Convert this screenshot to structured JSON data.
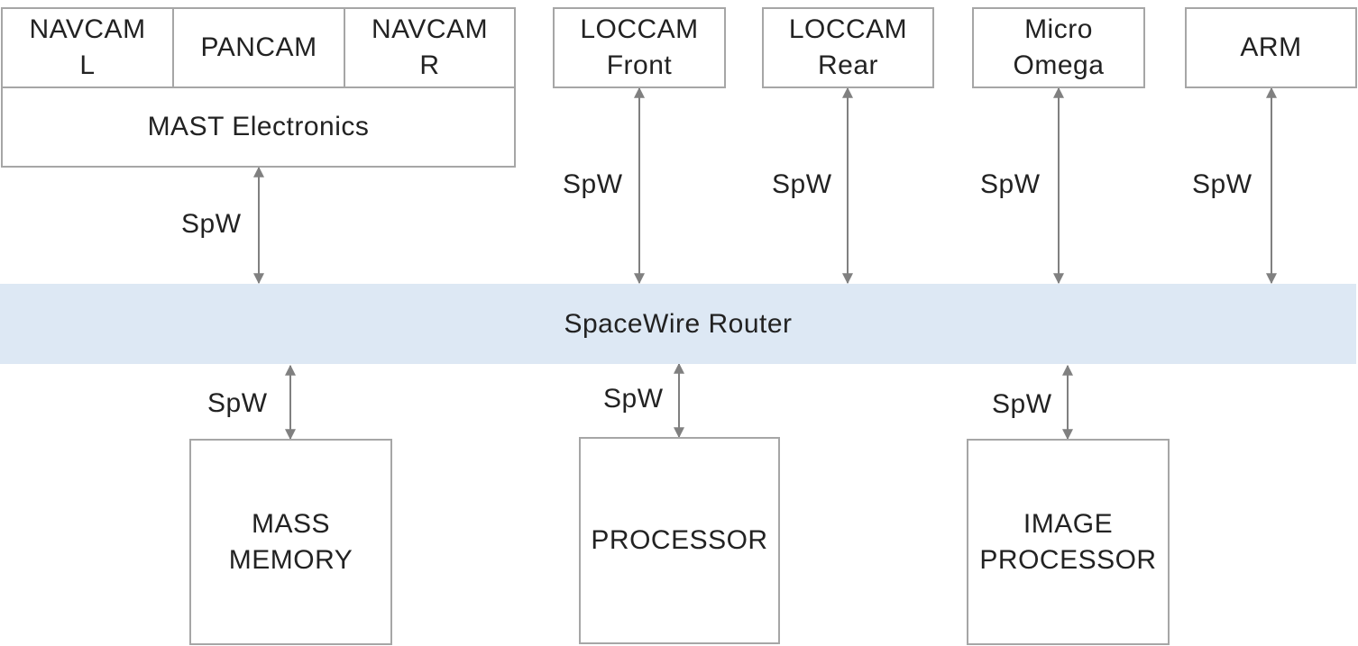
{
  "mast": {
    "navcam_l": "NAVCAM\nL",
    "pancam": "PANCAM",
    "navcam_r": "NAVCAM\nR",
    "electronics": "MAST Electronics"
  },
  "top": {
    "loccam_front": "LOCCAM\nFront",
    "loccam_rear": "LOCCAM\nRear",
    "micro_omega": "Micro\nOmega",
    "arm": "ARM"
  },
  "router": {
    "label": "SpaceWire Router"
  },
  "bottom": {
    "mass_memory": "MASS\nMEMORY",
    "processor": "PROCESSOR",
    "image_processor": "IMAGE\nPROCESSOR"
  },
  "links": {
    "mast": "SpW",
    "loccam_front": "SpW",
    "loccam_rear": "SpW",
    "micro_omega": "SpW",
    "arm": "SpW",
    "mass_memory": "SpW",
    "processor": "SpW",
    "image_processor": "SpW"
  },
  "colors": {
    "box_border": "#a6a6a6",
    "router_fill": "#dde8f4",
    "arrow": "#808080"
  }
}
